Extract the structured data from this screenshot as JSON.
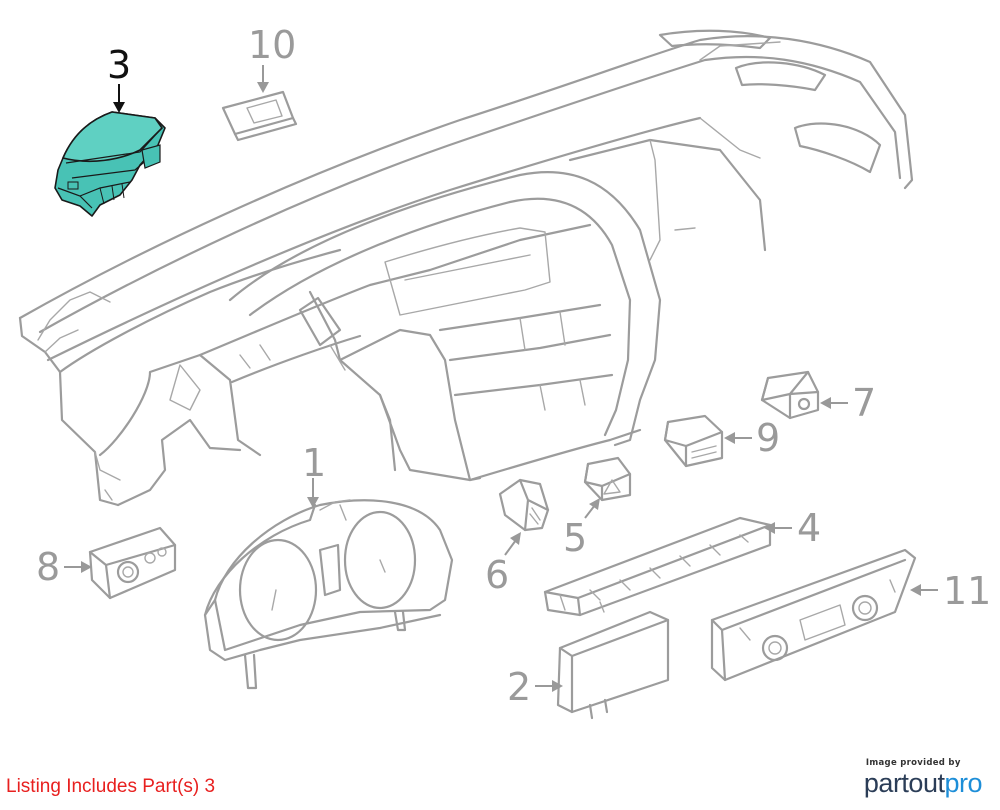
{
  "callouts": [
    {
      "id": "1",
      "label": "1",
      "highlighted": false
    },
    {
      "id": "2",
      "label": "2",
      "highlighted": false
    },
    {
      "id": "3",
      "label": "3",
      "highlighted": true
    },
    {
      "id": "4",
      "label": "4",
      "highlighted": false
    },
    {
      "id": "5",
      "label": "5",
      "highlighted": false
    },
    {
      "id": "6",
      "label": "6",
      "highlighted": false
    },
    {
      "id": "7",
      "label": "7",
      "highlighted": false
    },
    {
      "id": "8",
      "label": "8",
      "highlighted": false
    },
    {
      "id": "9",
      "label": "9",
      "highlighted": false
    },
    {
      "id": "10",
      "label": "10",
      "highlighted": false
    },
    {
      "id": "11",
      "label": "11",
      "highlighted": false
    }
  ],
  "colors": {
    "highlight_fill": "#48c2b5",
    "line": "#9c9c9c",
    "listing_text": "#e8201f",
    "brand_dark": "#2b3d57",
    "brand_blue": "#1d8ed8"
  },
  "footer": {
    "listing_text": "Listing Includes Part(s) 3",
    "credit_small": "Image provided by",
    "brand_part1": "partout",
    "brand_part2": "pro"
  }
}
